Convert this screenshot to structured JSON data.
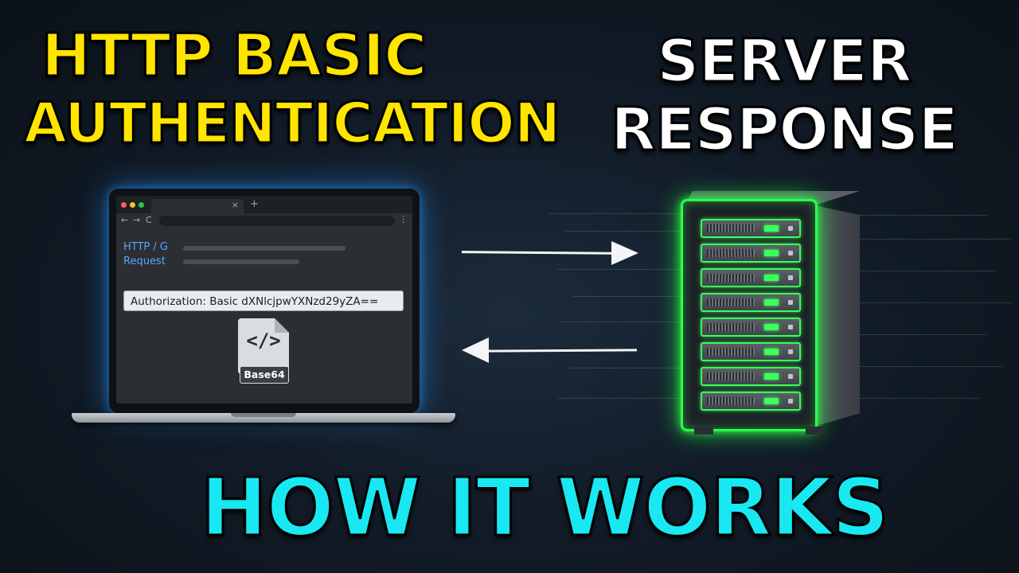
{
  "headline_left": {
    "line1": "HTTP BASIC",
    "line2": "AUTHENTICATION"
  },
  "headline_right": {
    "line1": "SERVER",
    "line2": "RESPONSE"
  },
  "footer_title": "HOW IT WORKS",
  "laptop": {
    "browser": {
      "tab_close": "×",
      "new_tab": "+",
      "nav_back": "←",
      "nav_forward": "→",
      "nav_reload": "C",
      "menu": "⋮"
    },
    "request_label_line1": "HTTP / G",
    "request_label_line2": "Request",
    "authorization_header": "Authorization: Basic dXNlcjpwYXNzd29yZA==",
    "file_icon": "code-file-icon",
    "file_glyph": "</>",
    "file_badge": "Base64"
  },
  "colors": {
    "title_yellow": "#ffe500",
    "title_white": "#ffffff",
    "title_cyan": "#19e8f2",
    "server_glow": "#2bff4a",
    "laptop_glow": "#2896ff"
  }
}
